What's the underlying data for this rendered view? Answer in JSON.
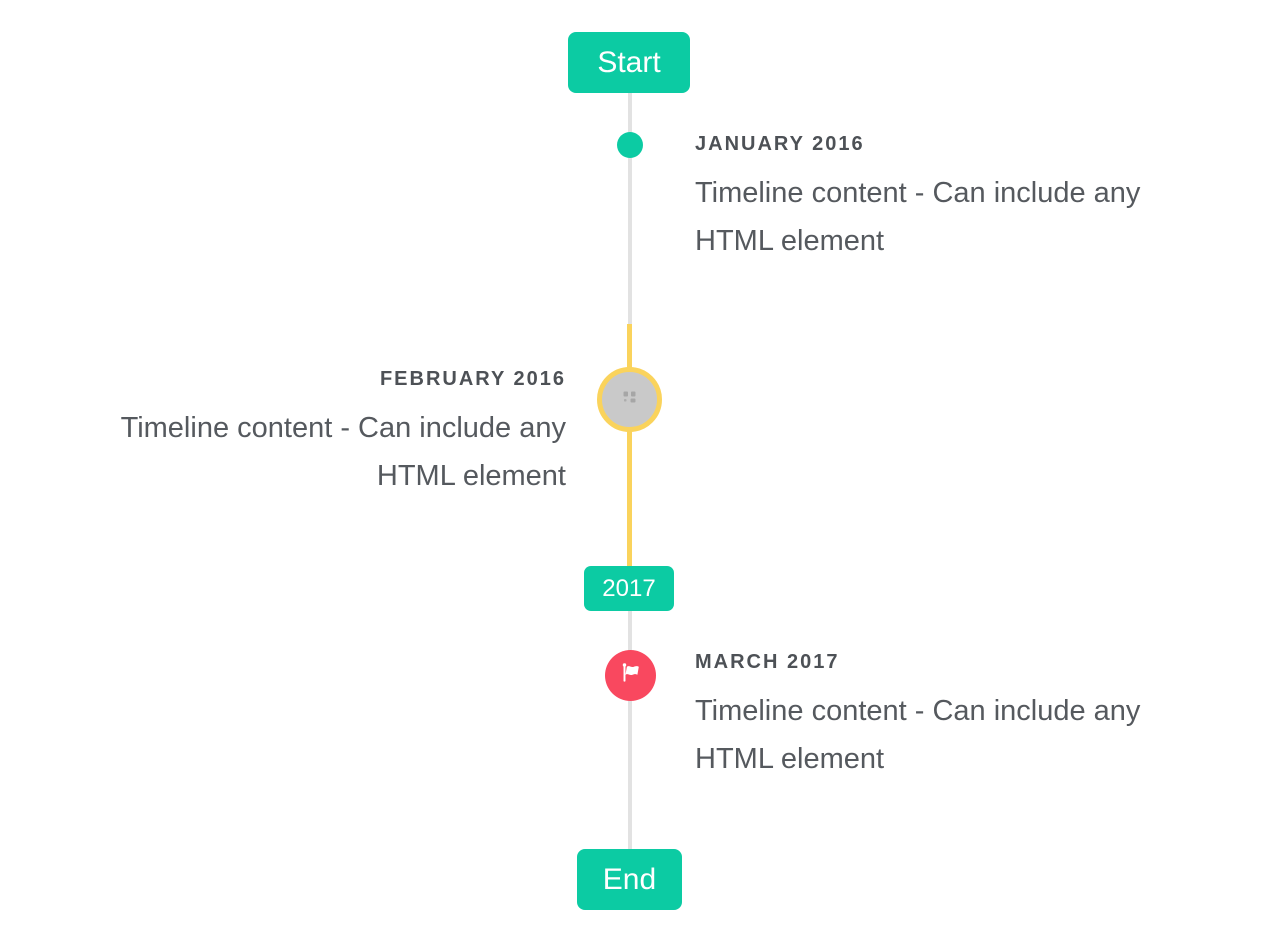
{
  "timeline": {
    "start_badge": "Start",
    "year_badge": "2017",
    "end_badge": "End",
    "entries": [
      {
        "date_label": "JANUARY 2016",
        "content": "Timeline content - Can include any HTML element",
        "side": "right",
        "marker": "teal-dot"
      },
      {
        "date_label": "FEBRUARY 2016",
        "content": "Timeline content - Can include any HTML element",
        "side": "left",
        "marker": "image-placeholder-circle"
      },
      {
        "date_label": "MARCH 2017",
        "content": "Timeline content - Can include any HTML element",
        "side": "right",
        "marker": "flag-circle"
      }
    ],
    "icons": {
      "flag": "flag-icon",
      "broken_image": "broken-image-icon"
    },
    "colors": {
      "accent_teal": "#0ccba3",
      "line_gray": "#e2e2e2",
      "highlight_yellow": "#fad35c",
      "flag_red": "#f9485f",
      "placeholder_gray": "#c9c9c9",
      "label_text": "#4d5156",
      "content_text": "#55595e"
    }
  }
}
